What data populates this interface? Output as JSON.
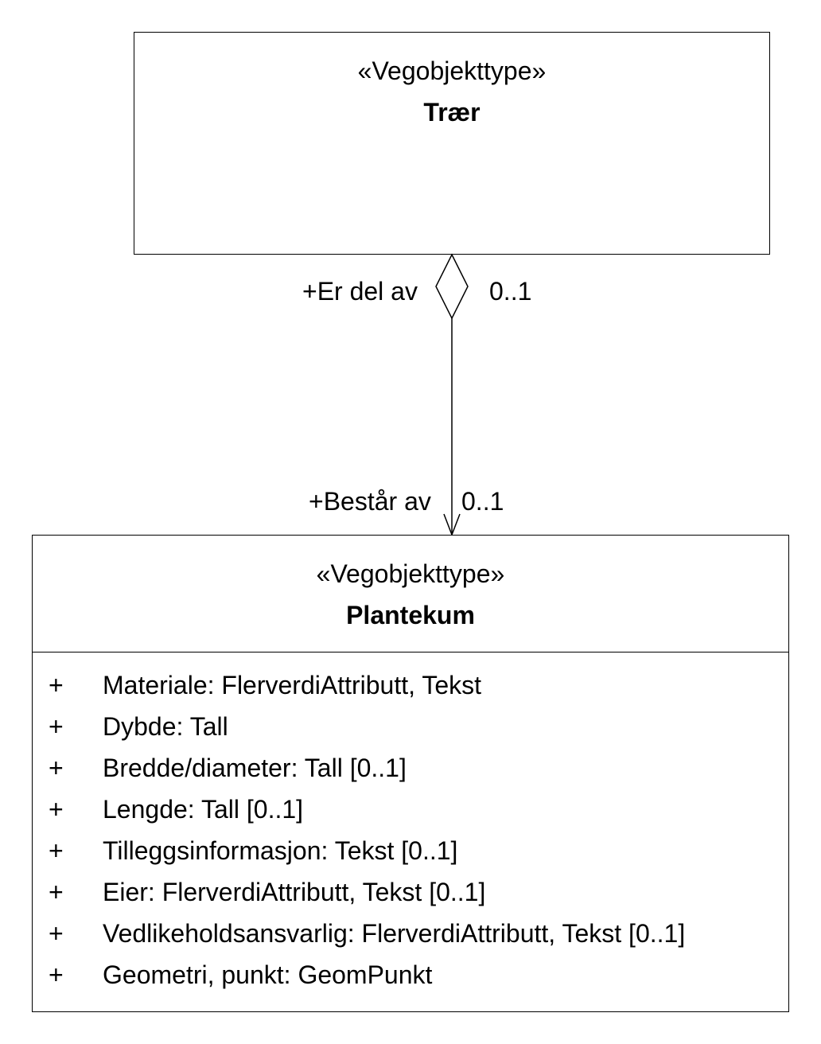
{
  "classes": {
    "traer": {
      "stereotype": "«Vegobjekttype»",
      "name": "Trær"
    },
    "plantekum": {
      "stereotype": "«Vegobjekttype»",
      "name": "Plantekum",
      "attributes": [
        {
          "visibility": "+",
          "text": "Materiale: FlerverdiAttributt, Tekst"
        },
        {
          "visibility": "+",
          "text": "Dybde: Tall"
        },
        {
          "visibility": "+",
          "text": "Bredde/diameter: Tall [0..1]"
        },
        {
          "visibility": "+",
          "text": "Lengde: Tall [0..1]"
        },
        {
          "visibility": "+",
          "text": "Tilleggsinformasjon: Tekst [0..1]"
        },
        {
          "visibility": "+",
          "text": "Eier: FlerverdiAttributt, Tekst [0..1]"
        },
        {
          "visibility": "+",
          "text": "Vedlikeholdsansvarlig: FlerverdiAttributt, Tekst [0..1]"
        },
        {
          "visibility": "+",
          "text": "Geometri, punkt: GeomPunkt"
        }
      ]
    }
  },
  "association": {
    "source_role": "+Er del av",
    "source_multiplicity": "0..1",
    "target_role": "+Består av",
    "target_multiplicity": "0..1"
  }
}
